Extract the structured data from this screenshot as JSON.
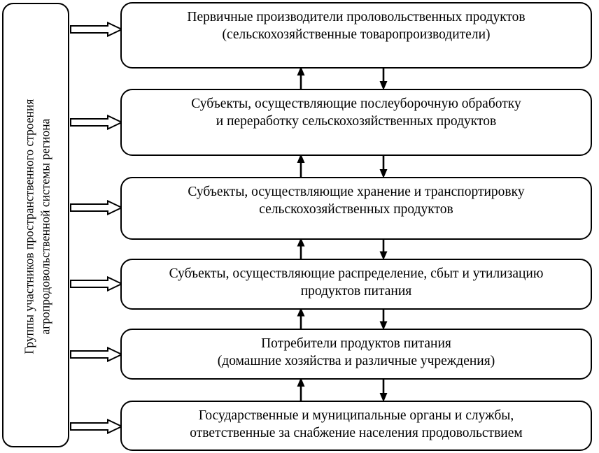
{
  "diagram": {
    "title_panel": {
      "lines": [
        "Группы участников пространственного строения",
        "агропродовольственной системы региона"
      ]
    },
    "boxes": [
      {
        "id": "primary-producers",
        "lines": [
          "Первичные производители проловольственных продуктов",
          "(сельскохозяйственные товаропроизводители)"
        ]
      },
      {
        "id": "post-harvest-processing",
        "lines": [
          "Субъекты, осуществляющие послеуборочную обработку",
          "и переработку сельскохозяйственных продуктов"
        ]
      },
      {
        "id": "storage-transport",
        "lines": [
          "Субъекты, осуществляющие хранение и транспортировку",
          "сельскохозяйственных продуктов"
        ]
      },
      {
        "id": "distribution-sales-utilization",
        "lines": [
          "Субъекты, осуществляющие распределение, сбыт и утилизацию",
          "продуктов питания"
        ]
      },
      {
        "id": "food-consumers",
        "lines": [
          "Потребители продуктов питания",
          "(домашние хозяйства и различные учреждения)"
        ]
      },
      {
        "id": "government-bodies",
        "lines": [
          "Государственные и муниципальные органы и службы,",
          "ответственные за снабжение населения продовольствием"
        ]
      }
    ],
    "connectors": {
      "up_arrow_name": "upward-flow-arrow",
      "down_arrow_name": "downward-flow-arrow",
      "block_arrow_name": "group-link-block-arrow"
    },
    "colors": {
      "stroke": "#000000",
      "fill": "#ffffff"
    }
  }
}
